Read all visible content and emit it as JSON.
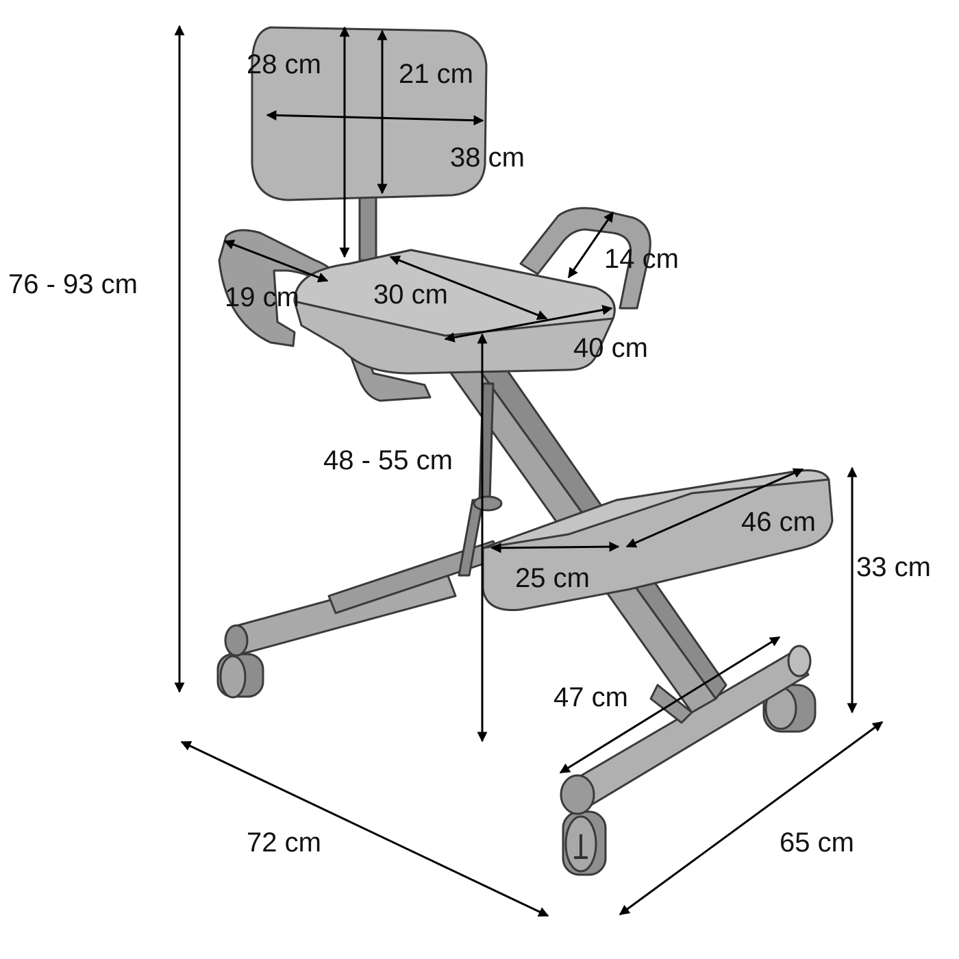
{
  "colors": {
    "chair_fill": "#b8b8b8",
    "chair_dark": "#7f7f7f",
    "chair_edge": "#3a3a3a",
    "arrow": "#000000",
    "background": "#ffffff"
  },
  "dimensions": {
    "backrest_height": "28 cm",
    "backrest_inner_height": "21 cm",
    "backrest_width": "38 cm",
    "total_height": "76 - 93 cm",
    "handle_height": "14 cm",
    "handle_length": "19 cm",
    "seat_depth": "30 cm",
    "seat_width": "40 cm",
    "seat_height": "48 - 55 cm",
    "knee_pad_width": "46 cm",
    "knee_pad_depth": "25 cm",
    "knee_pad_height": "33 cm",
    "rear_base_width": "47 cm",
    "base_length": "72 cm",
    "base_width": "65 cm"
  }
}
